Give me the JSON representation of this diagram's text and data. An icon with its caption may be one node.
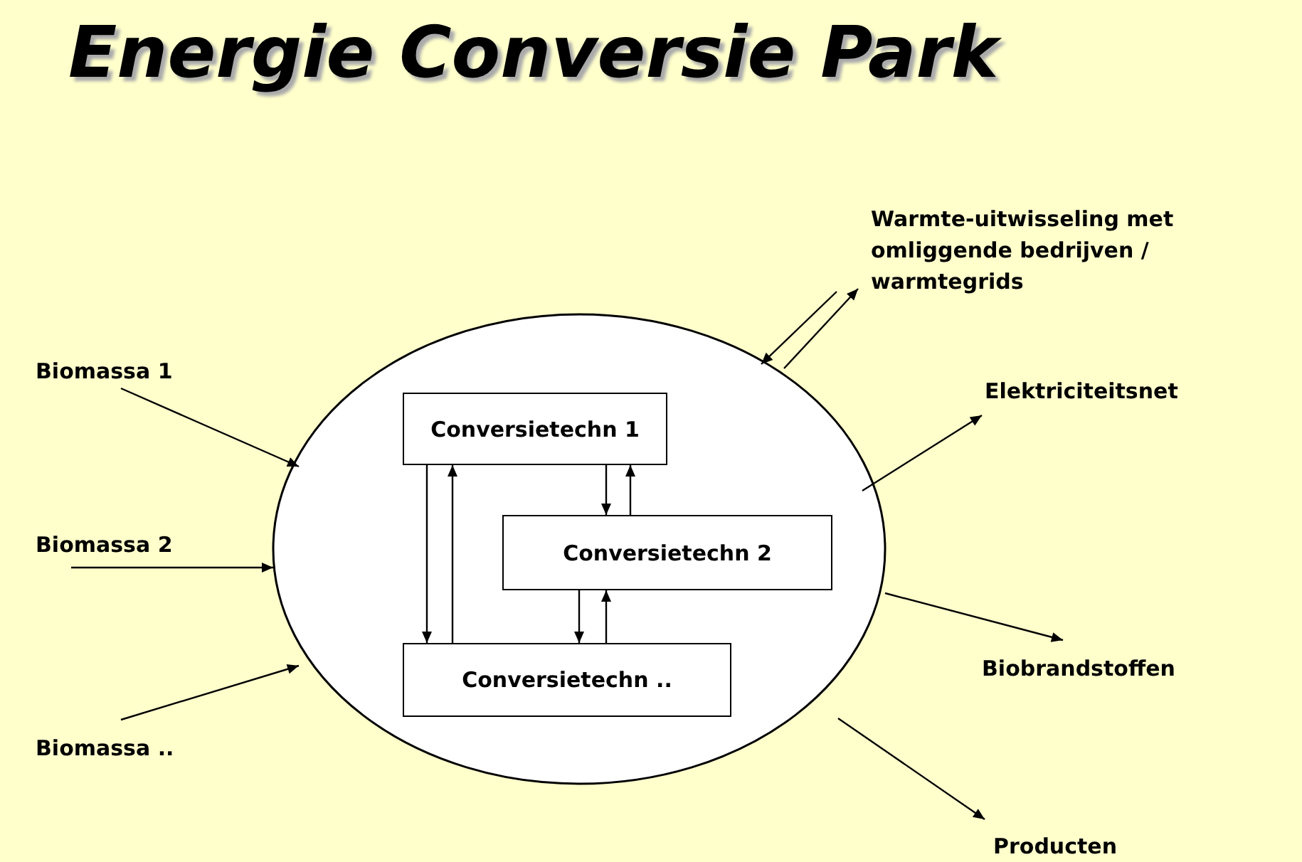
{
  "diagram": {
    "title": "Energie Conversie Park",
    "nodes": [
      {
        "text": [],
        "shape": "circle"
      },
      {
        "text": [
          "Conversietechn 1"
        ],
        "in": 0
      },
      {
        "text": [
          "Conversietechn 2"
        ],
        "in": 0
      },
      {
        "text": [
          "Conversietechn .."
        ],
        "in": 0
      },
      {
        "text": [
          "Biomassa 1"
        ]
      },
      {
        "text": [
          "Biomassa 2"
        ]
      },
      {
        "text": [
          "Biomassa .."
        ]
      },
      {
        "text": [
          "Warmte-uitwisseling met omliggende bedrijven / warmtegrids"
        ]
      },
      {
        "text": [
          "Elektriciteitsnet"
        ]
      },
      {
        "text": [
          "Biobrandstoffen"
        ]
      },
      {
        "text": [
          "Producten"
        ]
      }
    ],
    "edges": [
      {
        "from": 4,
        "to": 0,
        "arrow": "to"
      },
      {
        "from": 5,
        "to": 0,
        "arrow": "to"
      },
      {
        "from": 6,
        "to": 0,
        "arrow": "to"
      },
      {
        "from": 7,
        "to": 0,
        "arrow": "to"
      },
      {
        "from": 0,
        "to": 7,
        "arrow": "to"
      },
      {
        "from": 0,
        "to": 8,
        "arrow": "to"
      },
      {
        "from": 0,
        "to": 9,
        "arrow": "to"
      },
      {
        "from": 0,
        "to": 10,
        "arrow": "to"
      },
      {
        "from": 1,
        "to": 3,
        "arrow": "to"
      },
      {
        "from": 3,
        "to": 1,
        "arrow": "to"
      },
      {
        "from": 1,
        "to": 2,
        "arrow": "to"
      },
      {
        "from": 2,
        "to": 1,
        "arrow": "to"
      },
      {
        "from": 2,
        "to": 3,
        "arrow": "to"
      },
      {
        "from": 3,
        "to": 2,
        "arrow": "to"
      }
    ]
  }
}
